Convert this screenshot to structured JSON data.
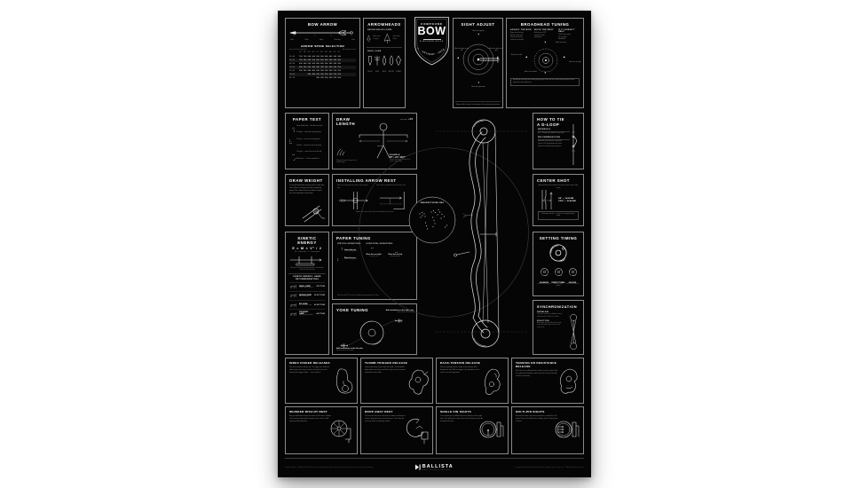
{
  "poster": {
    "badge": {
      "kicker": "COMPOUND",
      "title": "BOW",
      "subtitle": "A MODERN GUIDE",
      "ribbon": "VISUAL · ARCHERY · REFERENCE"
    },
    "bow_arrow": {
      "title": "BOW ARROW",
      "part_labels": [
        "Point",
        "Shaft",
        "Wrap",
        "Fletching",
        "Nock"
      ],
      "spine": {
        "title": "ARROW SPINE SELECTION",
        "row_note": "Bow peak draw weight (lbs)",
        "col_note": "Arrow length (inches)",
        "cols": [
          "23″",
          "24″",
          "25″",
          "26″",
          "27″",
          "28″",
          "29″",
          "30″",
          "31″",
          "32″"
        ],
        "rows": [
          {
            "label": "35–40",
            "values": [
              "700",
              "700",
              "600",
              "600",
              "500",
              "500",
              "400",
              "400",
              "340",
              "340"
            ]
          },
          {
            "label": "40–45",
            "values": [
              "700",
              "600",
              "600",
              "500",
              "500",
              "400",
              "400",
              "340",
              "340",
              "300"
            ]
          },
          {
            "label": "45–50",
            "values": [
              "600",
              "600",
              "500",
              "500",
              "400",
              "400",
              "340",
              "340",
              "300",
              "300"
            ]
          },
          {
            "label": "50–55",
            "values": [
              "600",
              "500",
              "500",
              "400",
              "400",
              "340",
              "340",
              "300",
              "300",
              "250"
            ]
          },
          {
            "label": "55–60",
            "values": [
              "500",
              "500",
              "400",
              "400",
              "340",
              "340",
              "300",
              "300",
              "250",
              "250"
            ]
          },
          {
            "label": "60–65",
            "values": [
              "   ",
              "   ",
              "400",
              "400",
              "340",
              "340",
              "300",
              "300",
              "250",
              "250"
            ]
          },
          {
            "label": "65–70",
            "values": [
              "   ",
              "   ",
              "   ",
              "   ",
              "340",
              "340",
              "300",
              "300",
              "250",
              "200"
            ]
          }
        ]
      }
    },
    "arrowheads": {
      "title": "ARROWHEADS",
      "big_label": "MEDIUM AND BIG GAME",
      "big_items": [
        {
          "name": "MECHANICAL",
          "note": "blades open on impact"
        },
        {
          "name": "FIXED BLADE",
          "note": "replaceable blades"
        }
      ],
      "small_label": "SMALL GAME",
      "small_items": [
        "BLUNT",
        "JUDO",
        "FIELD",
        "BULLET",
        "COMBO"
      ]
    },
    "sight_adjust": {
      "title": "SIGHT ADJUST",
      "up": "Move the sight up",
      "left": "Move the sight to the left",
      "right": "Move the sight to the right",
      "down": "Move the sight down",
      "note": "Always shift the sight in the direction of the arrow group deviation"
    },
    "broadhead_tuning": {
      "title": "BROADHEAD TUNING",
      "columns": [
        {
          "heading": "ADJUST THE BOW",
          "items": [
            "Paper tune the bow",
            "Set the center shot",
            "Check cam timing",
            "Level the nock point"
          ]
        },
        {
          "heading": "MOVE THE REST",
          "items": [
            "Shift the rest 1/32″",
            "toward the field",
            "point group"
          ]
        },
        {
          "heading": "IF IT DOESN'T HELP",
          "items": [
            "Check arrow spine",
            "Try a smaller",
            "broadhead"
          ]
        }
      ],
      "target_up": "Move the rest up",
      "target_left": "Move the rest left",
      "target_right": "Move the rest right",
      "target_down": "Move the rest down",
      "note": "Broadheads and field points should group together. Move the rest in small steps and shoot a fresh group after every adjustment."
    },
    "paper_test": {
      "title": "PAPER TEST",
      "items": [
        {
          "icon": "tear-clean-icon",
          "text": "Clean bullet hole — the bow is tuned"
        },
        {
          "icon": "tear-high-icon",
          "text": "Tail high — lower the nocking point"
        },
        {
          "icon": "tear-low-icon",
          "text": "Tail low — raise the nocking point"
        },
        {
          "icon": "tear-left-icon",
          "text": "Tail left — move the rest to the right"
        },
        {
          "icon": "tear-right-icon",
          "text": "Tail right — move the rest to the left"
        },
        {
          "icon": "tear-mixed-icon",
          "text": "Mixed tear — fix the vertical first"
        }
      ]
    },
    "draw_length": {
      "title": "DRAW LENGTH",
      "formula_label": "arm span",
      "formula": "÷ 2.5",
      "span_label": "arm span",
      "example_label": "EXAMPLE",
      "example": "70″ ÷ 2.5 = 28.0″",
      "example_sub": "Round to the nearest half inch to pick the bow setting",
      "hand_caption": "Measure between the tips of the middle fingers"
    },
    "d_loop": {
      "title": "HOW TO TIE A D-LOOP",
      "materials_h": "MATERIALS",
      "materials": "BCY #24 loop cord, about 4.5″ per loop",
      "reco_h": "RECOMMENDATIONS",
      "reco": [
        "Melt both cord ends into a small ball",
        "Leave a 1/8″ gap between the knots",
        "Tighten the finished loop with pliers"
      ]
    },
    "draw_weight": {
      "title": "DRAW WEIGHT",
      "body": "Turn both limb bolts evenly with an allen key. One full turn changes the draw weight by about 2 lbs. Never back the bolts out past the limit stamped on the limbs."
    },
    "arrow_rest": {
      "title": "INSTALLING ARROW REST",
      "caption_left": "Arrow runs through the center of the berger hole",
      "caption_right": "The arrow is parallel to the flat of the riser",
      "note": "Tighten all screws after the final adjustment of the rest"
    },
    "center_shot": {
      "title": "CENTER SHOT",
      "body": "Measured from the inside of the riser to the center of the arrow",
      "values": [
        "3/4″ — 19.05 MM",
        "13/16″ — 20.64 MM"
      ],
      "note": "A starting point only — confirm the setting with paper tuning"
    },
    "kinetic": {
      "title": "KINETIC ENERGY",
      "formula": "E = M × V² / 2",
      "legend": "M — arrow mass · V — arrow speed",
      "chrono_caption": "Measure the real arrow speed with a chronograph a few feet from the bow",
      "reco_title": "KINETIC ENERGY: GAME RECOMMENDATIONS",
      "rows": [
        {
          "name": "SMALL GAME",
          "examples": "rabbit, squirrel, grouse",
          "value": "< 25 FT·LBS"
        },
        {
          "name": "MEDIUM GAME",
          "examples": "deer, antelope",
          "value": "25–41 FT·LBS"
        },
        {
          "name": "BIG GAME",
          "examples": "elk, black bear, boar",
          "value": "42–65 FT·LBS"
        },
        {
          "name": "TOUGHEST GAME",
          "examples": "moose, grizzly, buffalo",
          "value": "> 65 FT·LBS"
        }
      ]
    },
    "paper_tuning": {
      "title": "PAPER TUNING",
      "vertical_h": "VERTICAL DEPARTURES",
      "vertical": [
        {
          "icon": "tear-high-icon",
          "label": "Lower the rest",
          "sub": "or the nocking point"
        },
        {
          "icon": "tear-low-icon",
          "label": "Raise the rest",
          "sub": "or the nocking point"
        }
      ],
      "horizontal_h": "HORIZONTAL DEPARTURES",
      "horizontal": [
        {
          "icon": "tear-left-icon",
          "label": "Move the rest right",
          "sub": "tear points left"
        },
        {
          "icon": "tear-right-icon",
          "label": "Move the rest left",
          "sub": "tear points right"
        }
      ],
      "footnote": "Shift the rest 1/32″ at a time, shooting through paper from 6–8 feet"
    },
    "yoke": {
      "title": "YOKE TUNING",
      "right_label": "Add revolutions to the right yoke",
      "right_sub": "when the tear is to the left",
      "left_label": "Add revolutions to the left yoke",
      "left_sub": "when the tear is to the right"
    },
    "timing": {
      "title": "SETTING TIMING",
      "items": [
        {
          "label": "ADVANCED",
          "sub": "cam hits the stop early"
        },
        {
          "label": "PERFECT TIMING",
          "sub": "both stops touch together"
        },
        {
          "label": "DELAYED",
          "sub": "cam hits the stop late"
        }
      ]
    },
    "sync": {
      "title": "SYNCHRONIZATION",
      "problem_h": "PROBLEM",
      "problem": "The draw stops hit at different times and the nock travels in a curve",
      "solution_h": "SOLUTION",
      "solution": "Add twists to the cable of the early cam until both stops touch at the same time"
    },
    "map": {
      "label": "MANUFACTURING MAP"
    },
    "releases": [
      {
        "title": "INDEX FINGER RELEASES",
        "body": "The most common release aid. The trigger sits under the index finger and a strap transfers the load to the wrist. Squeeze the trigger slowly — never punch it."
      },
      {
        "title": "THUMB-TRIGGER RELEASE",
        "body": "Fired by pressing a barrel with the thumb. The handheld body rotates the hook around the string and suits hunters and target archers alike."
      },
      {
        "title": "BACK-TENSION RELEASE",
        "body": "Fires by rotating around a hinge as the shooter pulls through the shot. With no trigger in the equation it is the classic cure for target panic."
      },
      {
        "title": "TENSION OR RESISTANCE RELEASE",
        "body": "Fires when the pulling tension reaches a preset value. Hold the safety while drawing, settle at anchor, then pull through until the shot breaks."
      }
    ],
    "rests_sights": [
      {
        "title": "WHISKER BISCUIT REST",
        "body": "A ring of stiff bristles keeps the arrow in full contact. Simple, silent and very forgiving for hunting, at the cost of a little speed and fletching wear."
      },
      {
        "title": "DROP AWAY REST",
        "body": "The launcher arm rises as the bow is drawn and drops on release, giving the arrow total clearance. The choice for accuracy with zero fletching contact."
      },
      {
        "title": "SINGLE PIN SIGHTS",
        "body": "One movable pin is dialed to the exact distance with a sight tape. The sight picture stays clean, but the distance must be set before the shot."
      },
      {
        "title": "MULTI-PIN SIGHTS",
        "body": "Several fixed pins cover preset distances, usually 20 to 60 yards. Faster in the field with no dialing, but the sight picture is busier."
      }
    ],
    "footer": {
      "logo": "BALLISTA",
      "tagline": "ARCHERY GUIDES & POSTERS",
      "left_fineprint": "Compound Bow — A Modern Guide. All values are starting points; always follow the bow manufacturer's manual and local regulations.",
      "right_fineprint": "Designed and illustrated by the Ballista team. Measure twice, shoot once. © Ballista. All rights reserved."
    }
  }
}
